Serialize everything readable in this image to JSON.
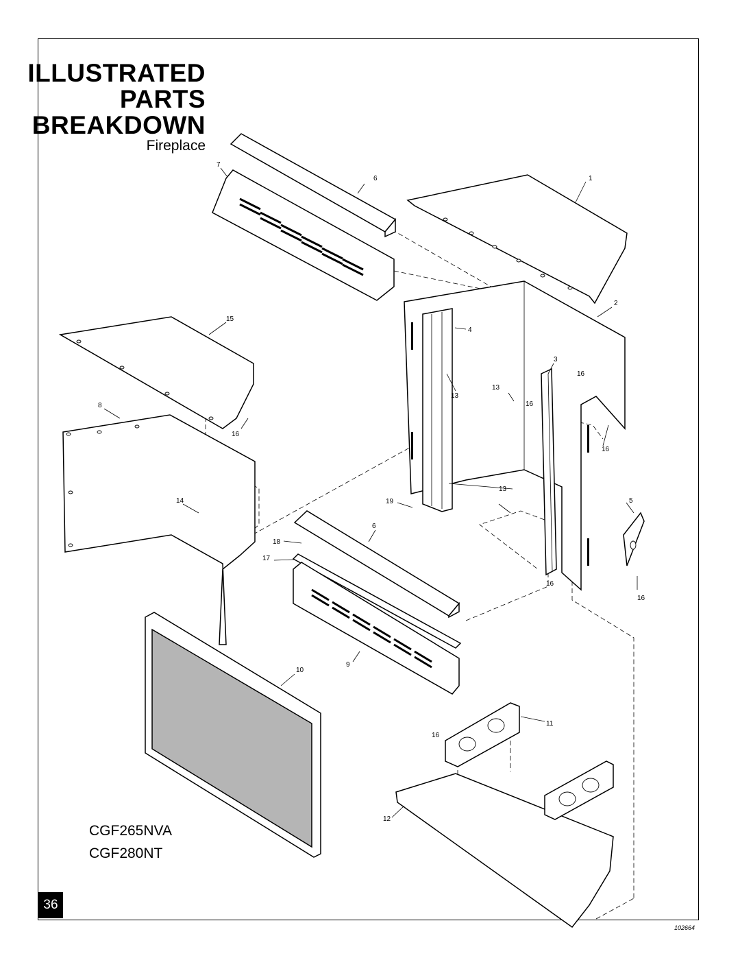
{
  "title": {
    "line1": "ILLUSTRATED",
    "line2": "PARTS",
    "line3": "BREAKDOWN",
    "subtitle": "Fireplace"
  },
  "models": [
    "CGF265NVA",
    "CGF280NT"
  ],
  "page_number": "36",
  "drawing_number": "102664",
  "callouts": {
    "c1": "1",
    "c2": "2",
    "c3": "3",
    "c4": "4",
    "c5": "5",
    "c6a": "6",
    "c6b": "6",
    "c7": "7",
    "c8": "8",
    "c9": "9",
    "c10": "10",
    "c11": "11",
    "c12": "12",
    "c13a": "13",
    "c13b": "13",
    "c13c": "13",
    "c14": "14",
    "c15": "15",
    "c16a": "16",
    "c16b": "16",
    "c16c": "16",
    "c16d": "16",
    "c16e": "16",
    "c16f": "16",
    "c16g": "16",
    "c17": "17",
    "c18": "18",
    "c19": "19"
  },
  "colors": {
    "glass": "#b5b5b5",
    "frame": "#000000"
  }
}
